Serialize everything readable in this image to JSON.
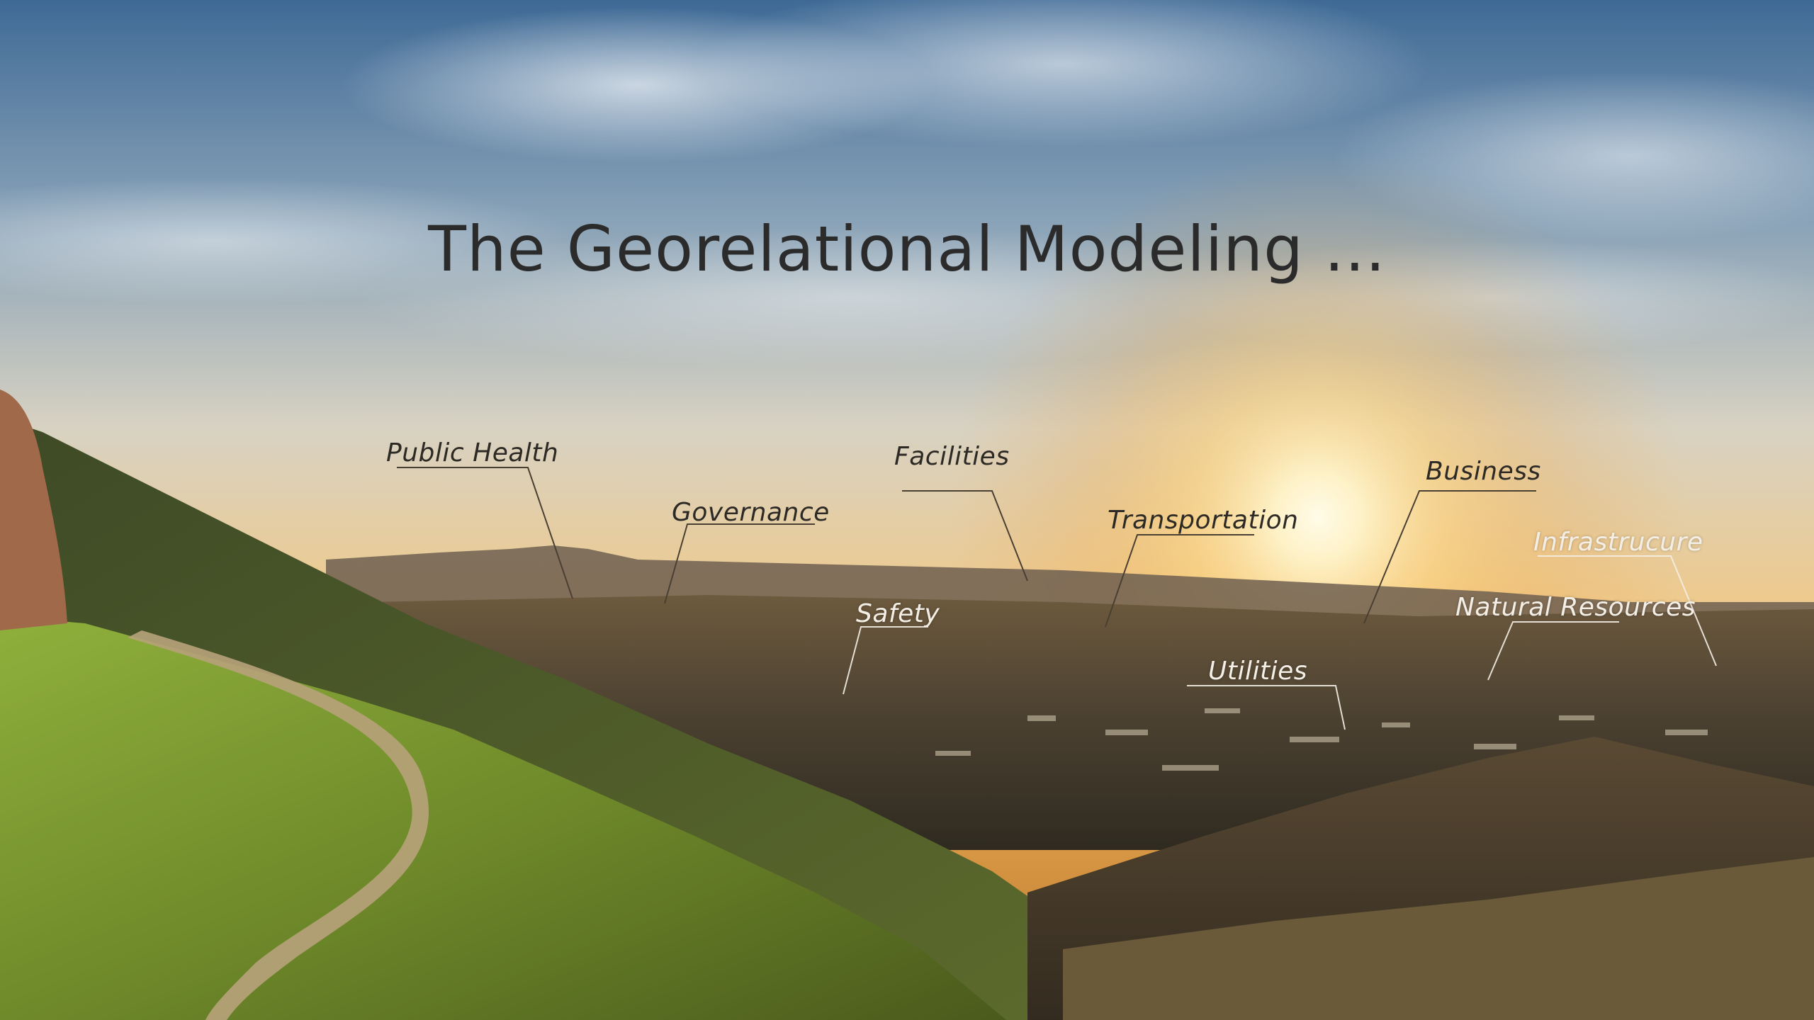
{
  "slide": {
    "title": "The Georelational Modeling ..."
  },
  "callouts": {
    "public_health": "Public Health",
    "governance": "Governance",
    "facilities": "Facilities",
    "transportation": "Transportation",
    "business": "Business",
    "infrastructure": "Infrastrucure",
    "natural_resources": "Natural Resources",
    "safety": "Safety",
    "utilities": "Utilities"
  },
  "colors": {
    "title_text": "#2b2b2b",
    "dark_label": "#2d2a26",
    "light_label": "#f4efe6",
    "sun_glow": "#fff3c8",
    "sky_top": "#3f6a96",
    "grass": "#7c9a32"
  }
}
